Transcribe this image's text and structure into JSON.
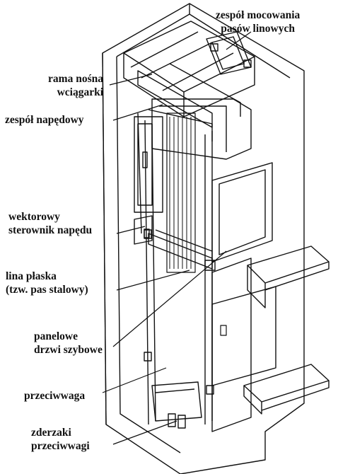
{
  "labels": {
    "top_right": [
      "zespół mocowania",
      "pasów linowych"
    ],
    "frame": [
      "rama nośna",
      "wciągarki"
    ],
    "drive": [
      "zespół napędowy"
    ],
    "controller": [
      "wektorowy",
      "sterownik napędu"
    ],
    "rope": [
      "lina płaska",
      "(tzw. pas stalowy)"
    ],
    "doors": [
      "panelowe",
      "drzwi szybowe"
    ],
    "counterweight": [
      "przeciwwaga"
    ],
    "buffers": [
      "zderzaki",
      "przeciwwagi"
    ]
  },
  "colors": {
    "ink": "#111111",
    "paper": "#ffffff",
    "shade": "#444444"
  }
}
